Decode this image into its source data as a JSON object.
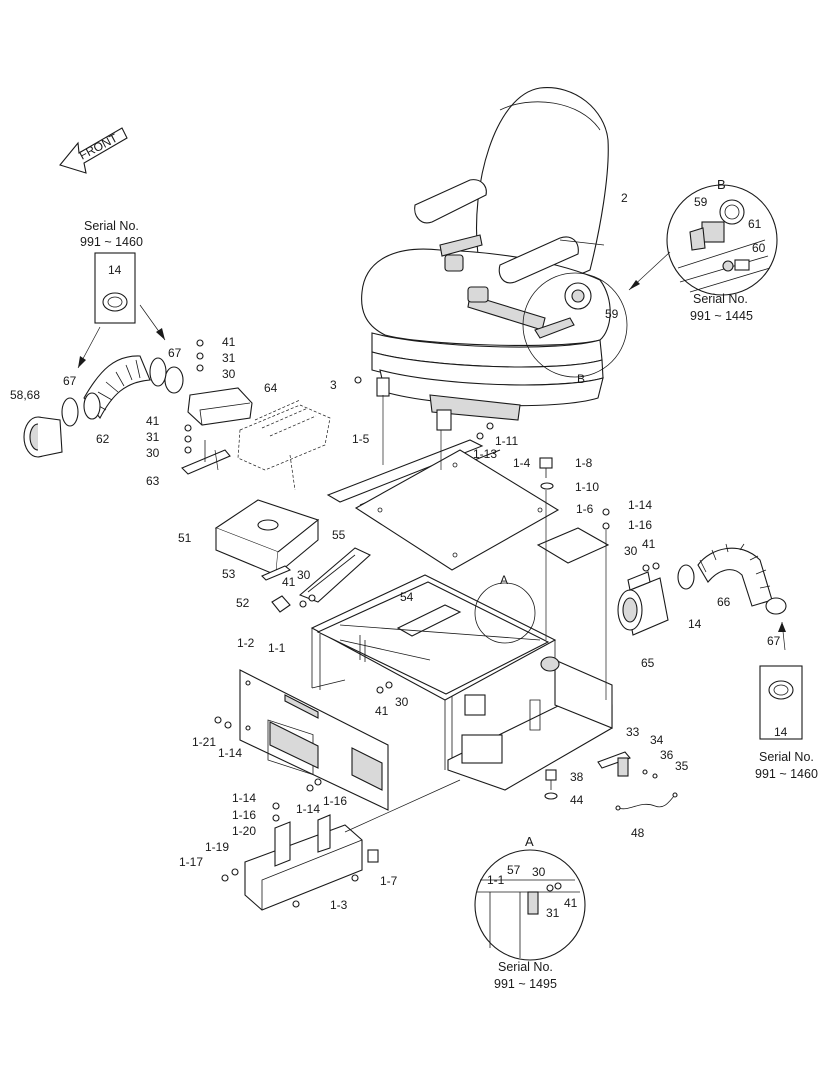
{
  "diagram": {
    "direction_label": "FRONT",
    "callouts": {
      "c2": "2",
      "c3": "3",
      "c59": "59",
      "cB_seat": "B",
      "c1_5": "1-5",
      "c1_11": "1-11",
      "c1_13": "1-13",
      "c1_4": "1-4",
      "c1_8": "1-8",
      "c1_10": "1-10",
      "c1_6": "1-6",
      "c1_14a": "1-14",
      "c1_16a": "1-16",
      "c41a": "41",
      "c31a": "31",
      "c30a": "30",
      "c64": "64",
      "c41b": "41",
      "c31b": "31",
      "c30b": "30",
      "c63": "63",
      "c67a": "67",
      "c67b": "67",
      "c58_68": "58,68",
      "c62": "62",
      "c51": "51",
      "c55": "55",
      "c53": "53",
      "c41c": "41",
      "c30c": "30",
      "c52": "52",
      "c54": "54",
      "cA": "A",
      "c1_1": "1-1",
      "c1_2": "1-2",
      "c41d": "41",
      "c30d": "30",
      "c1_21": "1-21",
      "c1_14b": "1-14",
      "c1_16b": "1-16",
      "c1_14c": "1-14",
      "c1_14d": "1-14",
      "c1_16c": "1-16",
      "c1_20": "1-20",
      "c1_19": "1-19",
      "c1_17": "1-17",
      "c1_3": "1-3",
      "c1_7": "1-7",
      "c30e": "30",
      "c41e": "41",
      "c65": "65",
      "c14a": "14",
      "c66": "66",
      "c67c": "67",
      "c33": "33",
      "c34": "34",
      "c36": "36",
      "c35": "35",
      "c38": "38",
      "c44": "44",
      "c48": "48"
    },
    "detail_b": {
      "title": "B",
      "c59": "59",
      "c61": "61",
      "c60": "60",
      "serial_line1": "Serial No.",
      "serial_line2": "991 ~ 1445"
    },
    "detail_a": {
      "title": "A",
      "c1_1": "1-1",
      "c57": "57",
      "c30": "30",
      "c31": "31",
      "c41": "41",
      "serial_line1": "Serial No.",
      "serial_line2": "991 ~ 1495"
    },
    "serial_box_left": {
      "line1": "Serial No.",
      "line2": "991 ~ 1460",
      "part": "14"
    },
    "serial_box_right": {
      "line1": "Serial No.",
      "line2": "991 ~ 1460",
      "part": "14"
    }
  }
}
